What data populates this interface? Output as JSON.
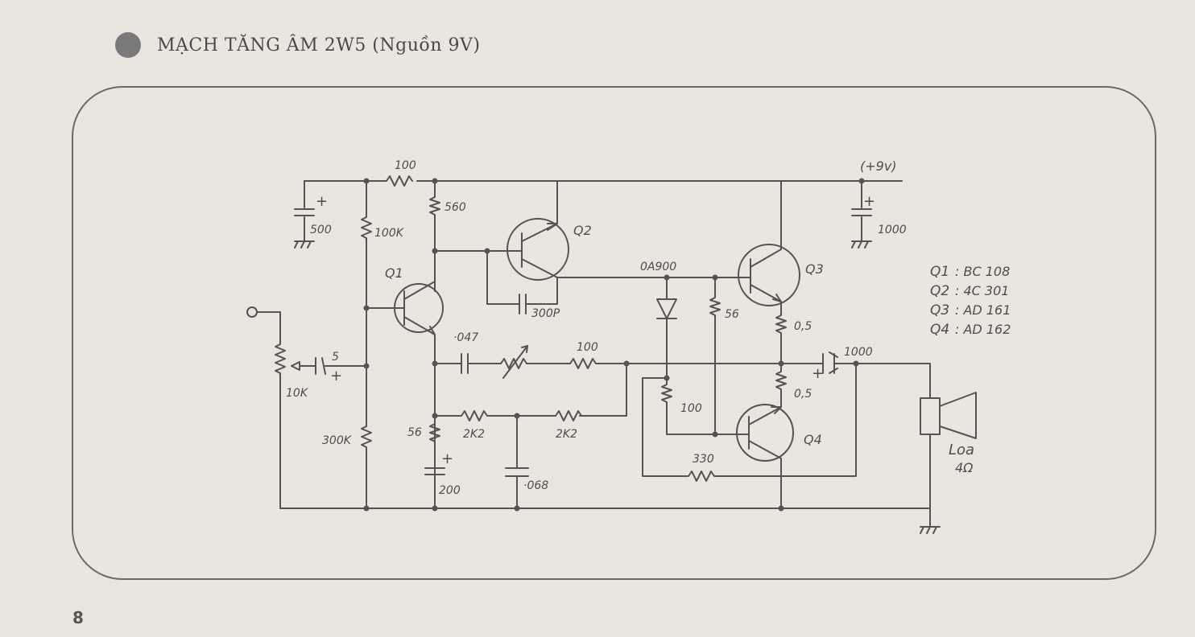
{
  "title": "MẠCH TĂNG ÂM 2W5 (Nguồn 9V)",
  "page_number": "8",
  "labels": {
    "supply": "(+9v)",
    "r_100_top": "100",
    "r_560": "560",
    "r_100k": "100K",
    "c_500": "500",
    "c_1000_top": "1000",
    "q1": "Q1",
    "q2": "Q2",
    "q3": "Q3",
    "q4": "Q4",
    "c_300p": "300P",
    "diode": "0A900",
    "r_56_mid": "56",
    "r_0_5_top": "0,5",
    "r_0_5_bottom": "0,5",
    "c_1000_out": "1000",
    "c_047": "·047",
    "r_100_fb": "100",
    "r_10k": "10K",
    "c_5": "5",
    "r_300k": "300K",
    "r_56_low": "56",
    "c_200": "200",
    "r_2k2_a": "2K2",
    "r_2k2_b": "2K2",
    "c_068": "·068",
    "r_100_bias": "100",
    "r_330": "330",
    "speaker": "Loa",
    "speaker_imp": "4Ω",
    "plus": "+"
  },
  "parts_list": [
    {
      "ref": "Q1",
      "value": ": BC 108"
    },
    {
      "ref": "Q2",
      "value": ": 4C 301"
    },
    {
      "ref": "Q3",
      "value": ": AD 161"
    },
    {
      "ref": "Q4",
      "value": ": AD 162"
    }
  ]
}
